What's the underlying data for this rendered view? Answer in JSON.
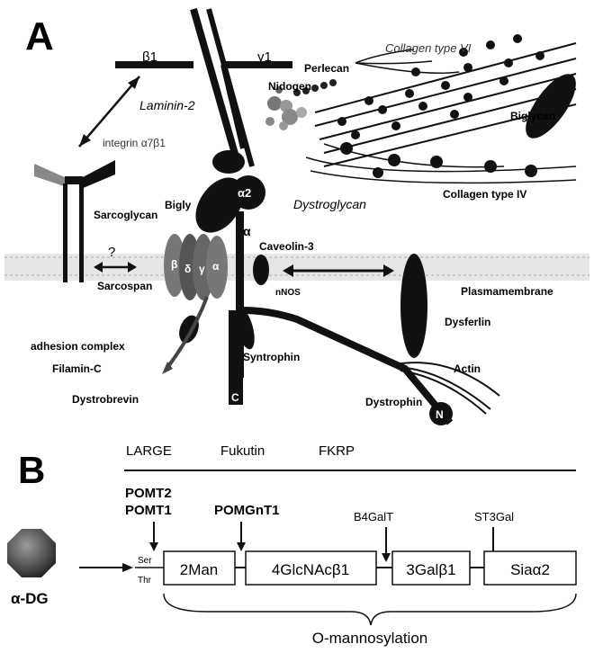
{
  "panel_a": {
    "label": "A",
    "laminin_beta": "β1",
    "laminin_gamma": "γ1",
    "laminin": "Laminin-2",
    "laminin_alpha": "α2",
    "perlecan": "Perlecan",
    "nidogen": "Nidogen",
    "collagen_vi": "Collagen type VI",
    "biglycan_right": "Biglycan",
    "collagen_iv": "Collagen type IV",
    "integrin": "integrin α7β1",
    "dystroglycan": "Dystroglycan",
    "biglycan_center": "Bigly",
    "sarcoglycan": "Sarcoglycan",
    "question": "?",
    "sg_beta": "β",
    "sg_delta": "δ",
    "sg_gamma": "γ",
    "sg_alpha": "α",
    "dg_alpha": "α",
    "caveolin": "Caveolin-3",
    "nnos": "nNOS",
    "sarcospan": "Sarcospan",
    "plasmamembrane": "Plasmamembrane",
    "dysferlin": "Dysferlin",
    "adhesion": "adhesion complex",
    "filamin": "Filamin-C",
    "syntrophin": "Syntrophin",
    "actin": "Actin",
    "dystrobrevin": "Dystrobrevin",
    "dystrophin": "Dystrophin",
    "c_term": "C",
    "n_term": "N"
  },
  "panel_b": {
    "label": "B",
    "enzymes_top": [
      "LARGE",
      "Fukutin",
      "FKRP"
    ],
    "pomt2": "POMT2",
    "pomt1": "POMT1",
    "pomgnt1": "POMGnT1",
    "b4galt": "B4GalT",
    "st3gal": "ST3Gal",
    "ser": "Ser",
    "thr": "Thr",
    "boxes": [
      "2Man",
      "4GlcNAcβ1",
      "3Galβ1",
      "Siaα2"
    ],
    "alpha_dg": "α-DG",
    "o_mannosylation": "O-mannosylation"
  }
}
